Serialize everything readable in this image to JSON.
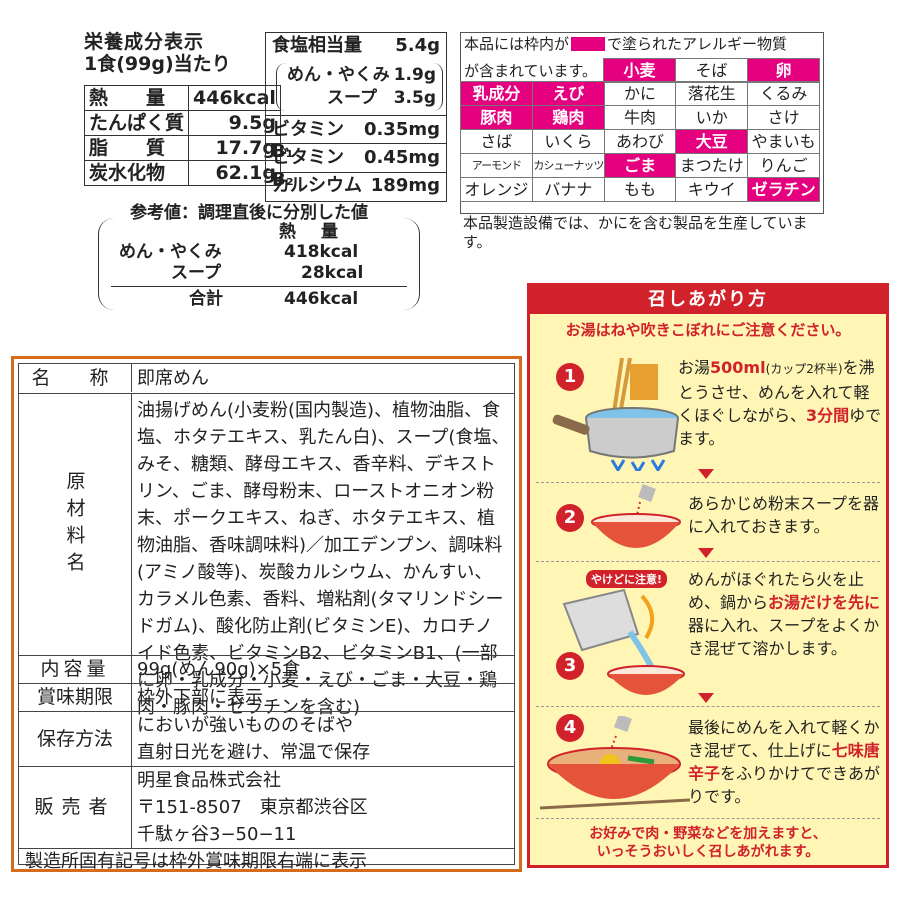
{
  "nutrition": {
    "title": "栄養成分表示",
    "serving": "1食(99g)当たり",
    "rows": [
      {
        "label": "熱　　量",
        "value": "446kcal"
      },
      {
        "label": "たんぱく質",
        "value": "9.5g"
      },
      {
        "label": "脂　　質",
        "value": "17.7g"
      },
      {
        "label": "炭水化物",
        "value": "62.1g"
      }
    ],
    "salt_label": "食塩相当量",
    "salt_value": "5.4g",
    "salt_breakdown": [
      {
        "label": "めん・やくみ",
        "value": "1.9g"
      },
      {
        "label": "スープ",
        "value": "3.5g"
      }
    ],
    "vitamins": [
      {
        "label": "ビタミンB₁",
        "value": "0.35mg"
      },
      {
        "label": "ビタミンB₂",
        "value": "0.45mg"
      },
      {
        "label": "カルシウム",
        "value": "189mg"
      }
    ]
  },
  "reference": {
    "title": "参考値：調理直後に分別した値",
    "header": "熱　量",
    "rows": [
      {
        "label": "めん・やくみ",
        "value": "418kcal"
      },
      {
        "label": "スープ",
        "value": "28kcal"
      }
    ],
    "total_label": "合計",
    "total_value": "446kcal"
  },
  "allergen": {
    "head1a": "本品には枠内が",
    "head1b": "で塗られたアレルギー物質",
    "head2": "が含まれています。",
    "highlight_color": "#e4007f",
    "row0": [
      {
        "t": "小麦",
        "hl": true
      },
      {
        "t": "そば",
        "hl": false
      },
      {
        "t": "卵",
        "hl": true
      }
    ],
    "cells": [
      [
        {
          "t": "乳成分",
          "hl": true
        },
        {
          "t": "えび",
          "hl": true
        },
        {
          "t": "かに",
          "hl": false
        },
        {
          "t": "落花生",
          "hl": false
        },
        {
          "t": "くるみ",
          "hl": false
        }
      ],
      [
        {
          "t": "豚肉",
          "hl": true
        },
        {
          "t": "鶏肉",
          "hl": true
        },
        {
          "t": "牛肉",
          "hl": false
        },
        {
          "t": "いか",
          "hl": false
        },
        {
          "t": "さけ",
          "hl": false
        }
      ],
      [
        {
          "t": "さば",
          "hl": false
        },
        {
          "t": "いくら",
          "hl": false
        },
        {
          "t": "あわび",
          "hl": false
        },
        {
          "t": "大豆",
          "hl": true
        },
        {
          "t": "やまいも",
          "hl": false
        }
      ],
      [
        {
          "t": "アーモンド",
          "hl": false
        },
        {
          "t": "カシューナッツ",
          "hl": false
        },
        {
          "t": "ごま",
          "hl": true
        },
        {
          "t": "まつたけ",
          "hl": false
        },
        {
          "t": "りんご",
          "hl": false
        }
      ],
      [
        {
          "t": "オレンジ",
          "hl": false
        },
        {
          "t": "バナナ",
          "hl": false
        },
        {
          "t": "もも",
          "hl": false
        },
        {
          "t": "キウイ",
          "hl": false
        },
        {
          "t": "ゼラチン",
          "hl": true
        }
      ]
    ],
    "note": "本品製造設備では、かにを含む製品を生産しています。"
  },
  "ingredients": {
    "name_label": "名　称",
    "name_value": "即席めん",
    "raw_label": "原材料名",
    "raw_value": "油揚げめん(小麦粉(国内製造)、植物油脂、食塩、ホタテエキス、乳たん白)、スープ(食塩、みそ、糖類、酵母エキス、香辛料、デキストリン、ごま、酵母粉末、ローストオニオン粉末、ポークエキス、ねぎ、ホタテエキス、植物油脂、香味調味料)／加工デンプン、調味料(アミノ酸等)、炭酸カルシウム、かんすい、カラメル色素、香料、増粘剤(タマリンドシードガム)、酸化防止剤(ビタミンE)、カロチノイド色素、ビタミンB2、ビタミンB1、(一部に卵・乳成分・小麦・えび・ごま・大豆・鶏肉・豚肉・ゼラチンを含む)",
    "content_label": "内容量",
    "content_value": "99g(めん90g)×5食",
    "expiry_label": "賞味期限",
    "expiry_value": "枠外下部に表示",
    "storage_label": "保存方法",
    "storage_value1": "においが強いもののそばや",
    "storage_value2": "直射日光を避け、常温で保存",
    "seller_label": "販売者",
    "seller_value1": "明星食品株式会社",
    "seller_value2": "〒151-8507　東京都渋谷区",
    "seller_value3": "千駄ヶ谷3−50−11",
    "factory_note": "製造所固有記号は枠外賞味期限右端に表示"
  },
  "cooking": {
    "title": "召しあがり方",
    "warning": "お湯はねや吹きこぼれにご注意ください。",
    "burn_badge": "やけどに注意!",
    "step1_a": "お湯",
    "step1_b": "500ml",
    "step1_c": "(カップ2杯半)",
    "step1_d": "を沸とうさせ、めんを入れて軽くほぐしながら、",
    "step1_e": "3分間",
    "step1_f": "ゆでます。",
    "step2": "あらかじめ粉末スープを器に入れておきます。",
    "step3_a": "めんがほぐれたら火を止め、鍋から",
    "step3_b": "お湯だけを先に",
    "step3_c": "器に入れ、スープをよくかき混ぜて溶かします。",
    "step4_a": "最後にめんを入れて軽くかき混ぜて、仕上げに",
    "step4_b": "七味唐辛子",
    "step4_c": "をふりかけてできあがりです。",
    "footer1": "お好みで肉・野菜などを加えますと、",
    "footer2": "いっそうおいしく召しあがれます。",
    "accent": "#d1222b"
  }
}
